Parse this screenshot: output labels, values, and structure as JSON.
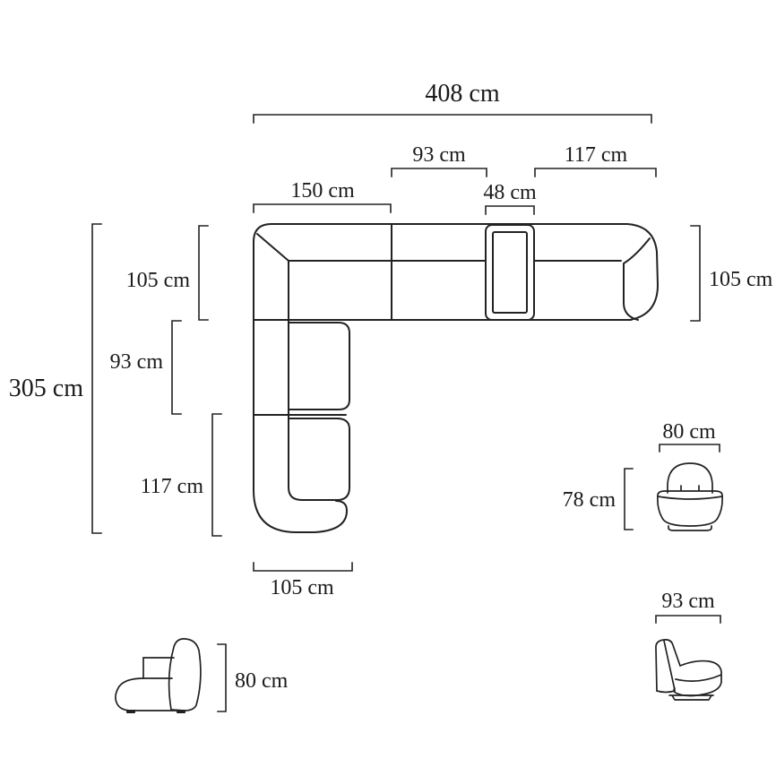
{
  "title": "Sectional sofa dimensions diagram",
  "colors": {
    "line": "#222222",
    "background": "#ffffff"
  },
  "diagram": {
    "sofa": {
      "total_width": "408 cm",
      "mid_seat_width": "93 cm",
      "right_seat_width": "117 cm",
      "corner_width": "150 cm",
      "console_width": "48 cm",
      "total_depth": "305 cm",
      "corner_depth": "105 cm",
      "left_seat_depth": "93 cm",
      "chaise_depth": "117 cm",
      "right_depth": "105 cm",
      "chaise_width": "105 cm"
    },
    "armchair_front": {
      "width": "80 cm",
      "height": "78 cm"
    },
    "armchair_side": {
      "depth": "93 cm"
    },
    "module_side": {
      "height": "80 cm"
    }
  }
}
